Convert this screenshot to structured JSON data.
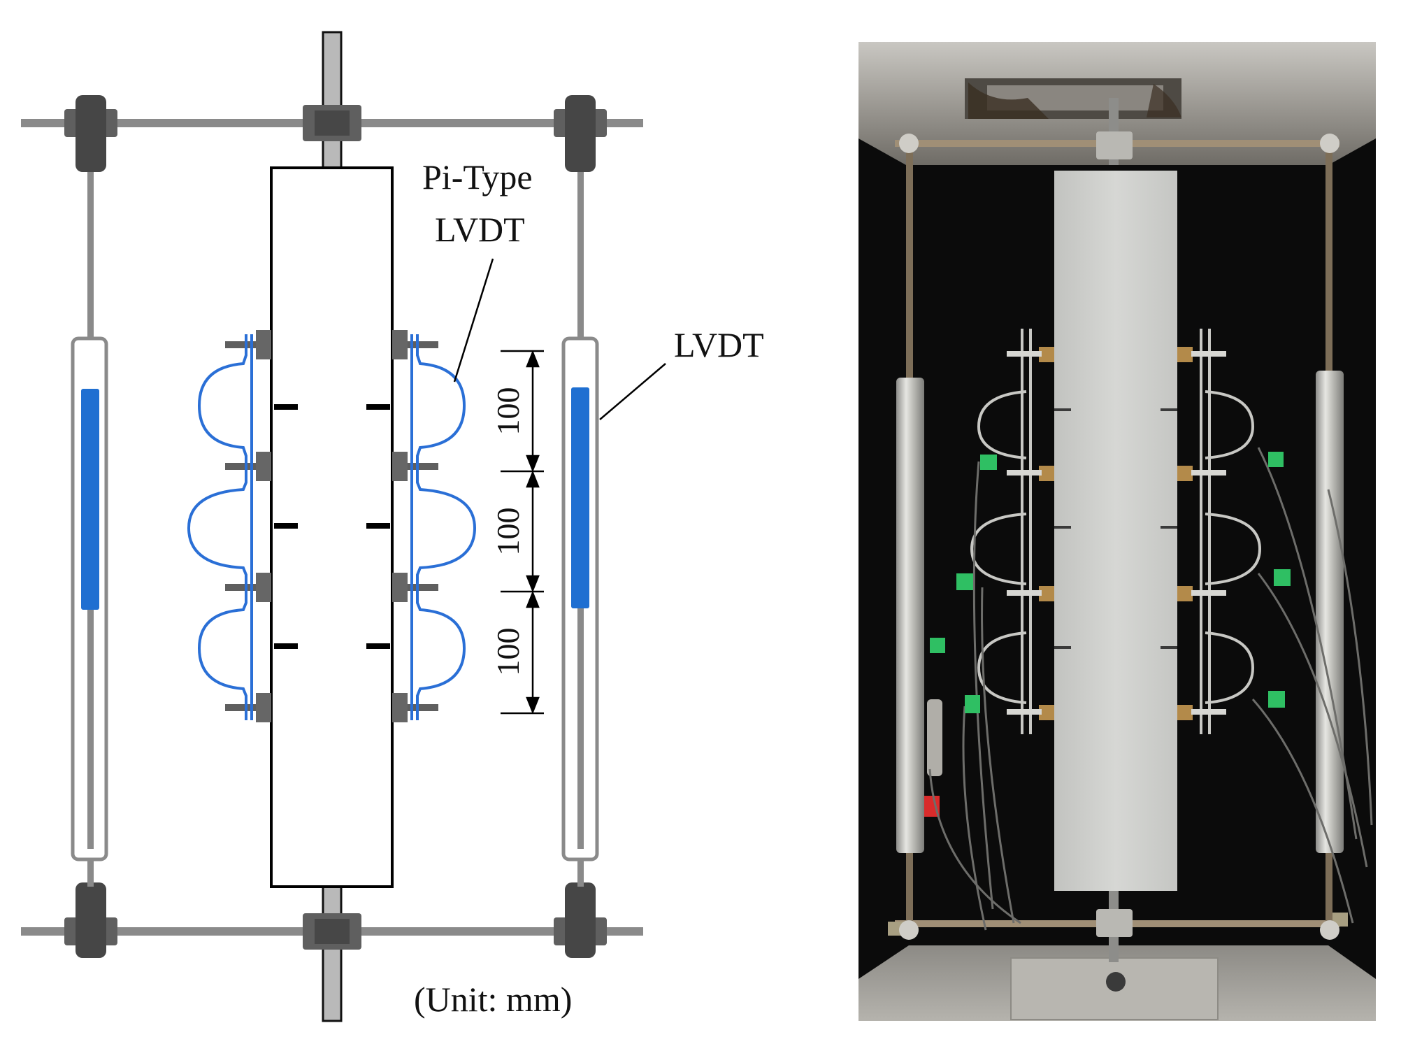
{
  "schematic": {
    "labels": {
      "pi_type_line1": "Pi-Type",
      "pi_type_line2": "LVDT",
      "lvdt": "LVDT",
      "unit": "(Unit: mm)"
    },
    "gauge_spacings": [
      "100",
      "100",
      "100"
    ],
    "colors": {
      "rod": "#8a8a8a",
      "nut": "#5f5f5f",
      "lvdt_core": "#1f6fd1",
      "pi_gauge": "#2a6fd6",
      "specimen_outline": "#000000"
    }
  },
  "photo": {
    "colors": {
      "background": "#0b0b0b",
      "frame_steel": "#9a9893",
      "specimen": "#cfd0cd",
      "tag": "#2fbf63",
      "rod": "#a08f76"
    }
  }
}
